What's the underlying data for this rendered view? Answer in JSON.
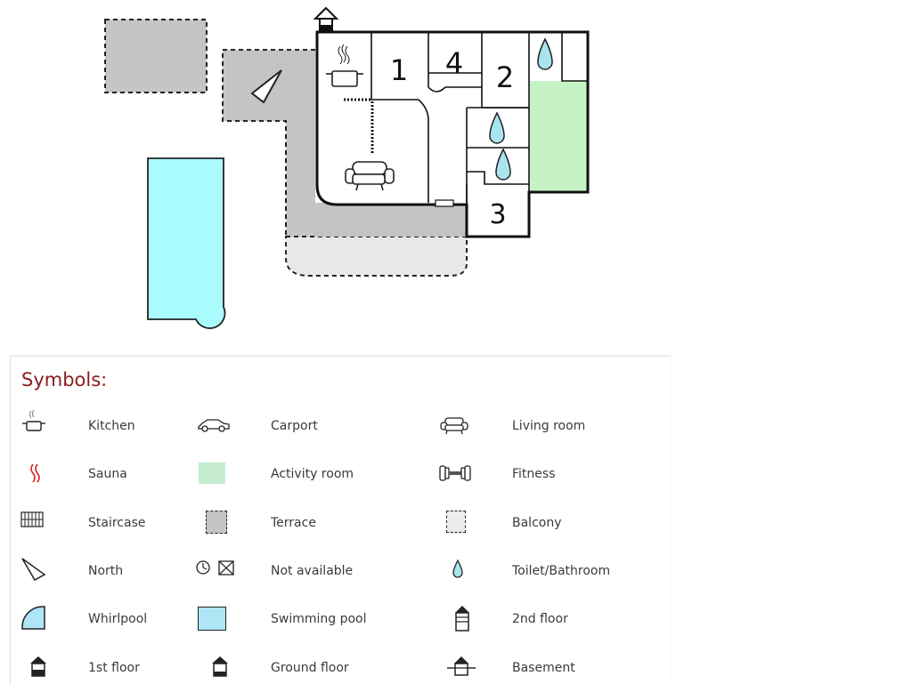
{
  "floorplan": {
    "rooms": [
      {
        "id": "room-1",
        "label": "1"
      },
      {
        "id": "room-4",
        "label": "4"
      },
      {
        "id": "room-2",
        "label": "2"
      },
      {
        "id": "room-3",
        "label": "3"
      }
    ]
  },
  "legend": {
    "title": "Symbols:",
    "items": [
      {
        "label": "Kitchen",
        "icon": "kitchen-icon"
      },
      {
        "label": "Carport",
        "icon": "car-icon"
      },
      {
        "label": "Living room",
        "icon": "sofa-icon"
      },
      {
        "label": "Sauna",
        "icon": "sauna-icon"
      },
      {
        "label": "Activity room",
        "icon": "activity-room-icon"
      },
      {
        "label": "Fitness",
        "icon": "dumbbell-icon"
      },
      {
        "label": "Staircase",
        "icon": "staircase-icon"
      },
      {
        "label": "Terrace",
        "icon": "terrace-icon"
      },
      {
        "label": "Balcony",
        "icon": "balcony-icon"
      },
      {
        "label": "North",
        "icon": "north-icon"
      },
      {
        "label": "Not available",
        "icon": "not-available-icon"
      },
      {
        "label": "Toilet/Bathroom",
        "icon": "drop-icon"
      },
      {
        "label": "Whirlpool",
        "icon": "whirlpool-icon"
      },
      {
        "label": "Swimming pool",
        "icon": "swimming-pool-icon"
      },
      {
        "label": "2nd floor",
        "icon": "second-floor-icon"
      },
      {
        "label": "1st floor",
        "icon": "first-floor-icon"
      },
      {
        "label": "Ground floor",
        "icon": "ground-floor-icon"
      },
      {
        "label": "Basement",
        "icon": "basement-icon"
      }
    ]
  },
  "colors": {
    "terrace": "#c4c4c4",
    "terrace_light": "#e8e8e8",
    "activity_room": "#c5f3c5",
    "pool": "#aafcff",
    "water_drop": "#a8e4ee",
    "title": "#8b1c1c"
  }
}
